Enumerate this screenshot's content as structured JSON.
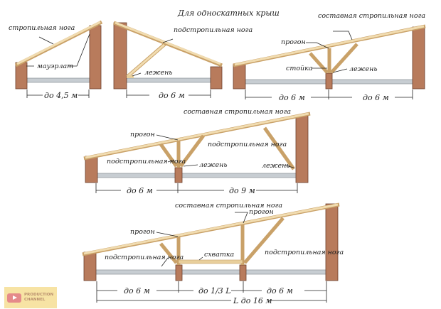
{
  "title": "Для односкатных крыш",
  "diagram1": {
    "rafter": "стропильная нога",
    "mauerlat": "мауэрлат",
    "span": "до 4,5 м"
  },
  "diagram2": {
    "strut": "подстропильная нога",
    "bed": "лежень",
    "span": "до 6 м"
  },
  "diagram3": {
    "rafter": "составная стропильная нога",
    "purlin": "прогон",
    "post": "стойка",
    "bed": "лежень",
    "span1": "до 6 м",
    "span2": "до 6 м"
  },
  "diagram4": {
    "rafter": "составная стропильная нога",
    "purlin": "прогон",
    "strut1": "подстропильная нога",
    "strut2": "подстропильная нога",
    "bed1": "лежень",
    "bed2": "лежень",
    "span1": "до 6 м",
    "span2": "до 9 м"
  },
  "diagram5": {
    "rafter": "составная стропильная нога",
    "purlin1": "прогон",
    "purlin2": "прогон",
    "strut1": "подстропильная нога",
    "strut2": "подстропильная нога",
    "tie": "схватка",
    "span1": "до 6 м",
    "span2": "до 1/3 L",
    "span3": "до 6 м",
    "total": "L до 16 м"
  },
  "watermark": {
    "line1": "PRODUCTION",
    "line2": "CHANNEL"
  }
}
